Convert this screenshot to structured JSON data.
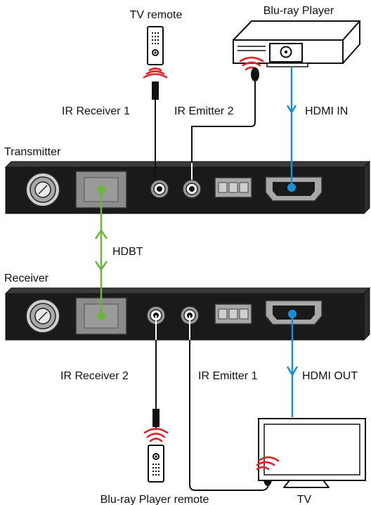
{
  "labels": {
    "tv_remote": "TV remote",
    "bluray_player": "Blu-ray Player",
    "ir_receiver_1": "IR Receiver 1",
    "ir_emitter_2": "IR Emitter 2",
    "hdmi_in": "HDMI IN",
    "transmitter": "Transmitter",
    "hdbt": "HDBT",
    "receiver": "Receiver",
    "ir_receiver_2": "IR Receiver 2",
    "ir_emitter_1": "IR Emitter 1",
    "hdmi_out": "HDMI OUT",
    "bluray_remote": "Blu-ray Player remote",
    "tv": "TV"
  },
  "colors": {
    "hdmi_cable": "#1a8fd6",
    "hdbt_cable": "#6cb33f",
    "ir_signal": "#e0242c",
    "ir_cable": "#111111",
    "device_body": "#1a1a1a",
    "rj45_port": "#8c8c8c",
    "terminal_block": "#a8a8a8"
  },
  "icons": {
    "ir_wave": "ir-signal-icon",
    "remote": "remote-control-icon",
    "player": "bluray-player-icon",
    "display": "tv-monitor-icon"
  }
}
